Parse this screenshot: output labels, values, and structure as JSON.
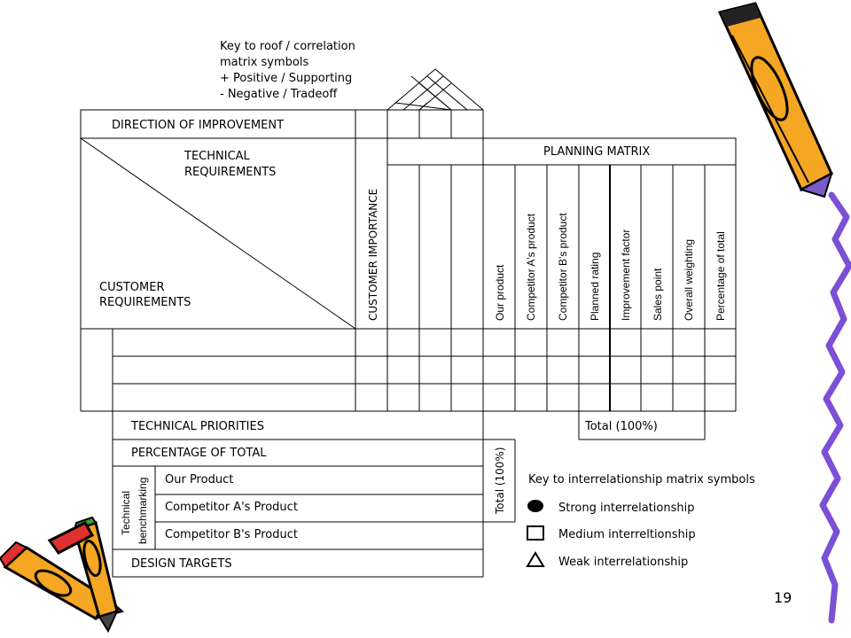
{
  "roof_key": {
    "line1": "Key to roof / correlation",
    "line2": "matrix symbols",
    "positive": "+  Positive / Supporting",
    "negative": "-   Negative / Tradeoff"
  },
  "direction_of_improvement": "DIRECTION OF IMPROVEMENT",
  "technical_requirements": [
    "TECHNICAL",
    "REQUIREMENTS"
  ],
  "customer_requirements": [
    "CUSTOMER",
    "REQUIREMENTS"
  ],
  "customer_importance": "CUSTOMER IMPORTANCE",
  "planning_matrix": {
    "title": "PLANNING MATRIX",
    "columns": [
      "Our product",
      "Competitor A's product",
      "Competitor B's product",
      "Planned rating",
      "Improvement factor",
      "Sales point",
      "Overall weighting",
      "Percentage of total"
    ],
    "total": "Total (100%)"
  },
  "technical_priorities": "TECHNICAL PRIORITIES",
  "percentage_of_total": "PERCENTAGE OF TOTAL",
  "technical_benchmarking": {
    "label": [
      "Technical",
      "benchmarking"
    ],
    "rows": [
      "Our Product",
      "Competitor A's Product",
      "Competitor B's Product"
    ]
  },
  "design_targets": "DESIGN TARGETS",
  "total_vertical": "Total (100%)",
  "interrelationship_key": {
    "title": "Key to interrelationship matrix symbols",
    "items": [
      {
        "symbol": "filled-circle-icon",
        "label": "Strong interrelationship"
      },
      {
        "symbol": "square-icon",
        "label": "Medium interreltionship"
      },
      {
        "symbol": "triangle-icon",
        "label": "Weak interrelationship"
      }
    ]
  },
  "page_number": "19",
  "colors": {
    "pencil_orange": "#f5a623",
    "pencil_purple": "#7b5cc9",
    "squiggle_purple": "#7b4fd6",
    "pencil_red": "#e03030",
    "pencil_green": "#3a9a3a"
  }
}
